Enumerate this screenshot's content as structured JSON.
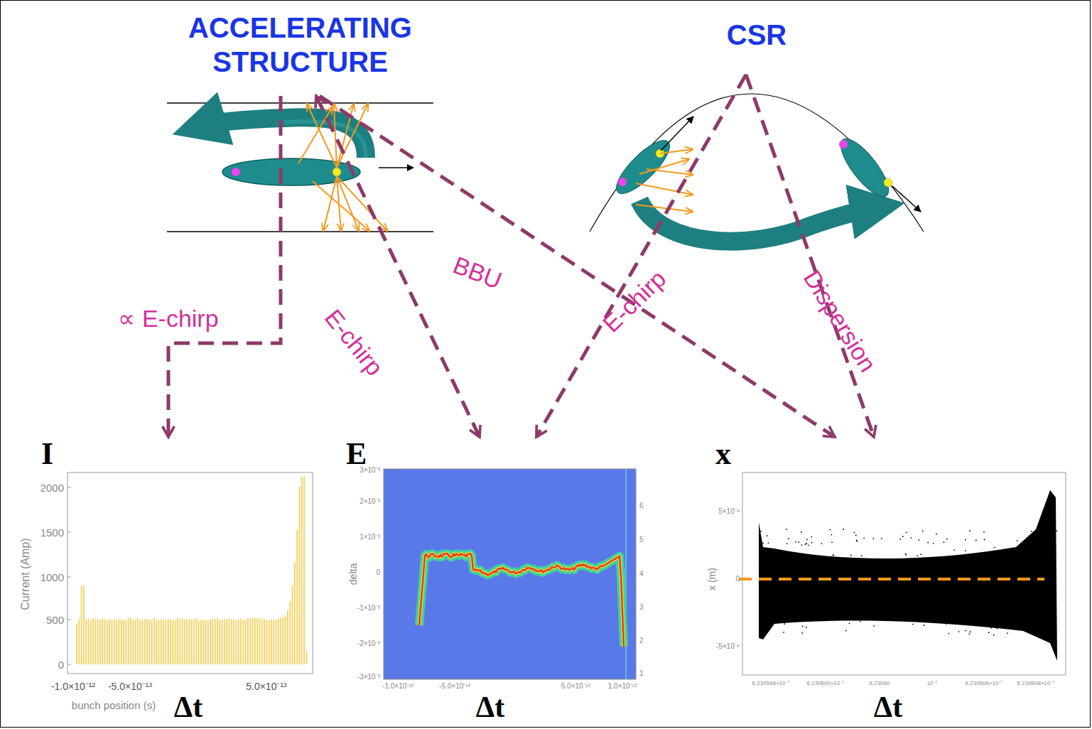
{
  "diagram": {
    "nodes": [
      {
        "text": [
          "ACCELERATING STRUCTURE"
        ]
      },
      {
        "text": [
          "CSR"
        ]
      },
      {
        "text": [
          "I",
          "Δt"
        ]
      },
      {
        "text": [
          "E",
          "Δt"
        ]
      },
      {
        "text": [
          "x",
          "Δt"
        ]
      }
    ],
    "edges": [
      {
        "from": 0,
        "to": 2,
        "arrow": "to",
        "label": "∝ E-chirp"
      },
      {
        "from": 0,
        "to": 3,
        "arrow": "both",
        "label": "E-chirp"
      },
      {
        "from": 0,
        "to": 4,
        "arrow": "to",
        "label": "BBU"
      },
      {
        "from": 1,
        "to": 3,
        "arrow": "to",
        "label": "E-chirp"
      },
      {
        "from": 1,
        "to": 4,
        "arrow": "to",
        "label": "Dispersion"
      }
    ],
    "labels": [
      "2000",
      "1500",
      "1000",
      "500",
      "0",
      "Current (Amp)",
      "-1.0×10⁻¹²",
      "-5.0×10⁻¹³",
      "5.0×10⁻¹³",
      "bunch position (s)",
      "3×10⁻³",
      "2×10⁻³",
      "1×10⁻³",
      "0",
      "-1×10⁻³",
      "-2×10⁻³",
      "-3×10⁻³",
      "delta",
      "-1.0×10⁻¹²",
      "-5.0×10⁻¹³",
      "5.0×10⁻¹³",
      "1.0×10⁻¹²",
      "6",
      "5",
      "4",
      "3",
      "2",
      "1",
      "5×10⁻⁴",
      "0",
      "-5×10⁻⁴",
      "x (m)",
      "6.230598×10⁻⁷",
      "6.230600×10⁻⁷",
      "6.23060",
      "10⁻⁷",
      "6.230606×10⁻⁷",
      "6.230608×10⁻⁷"
    ]
  }
}
